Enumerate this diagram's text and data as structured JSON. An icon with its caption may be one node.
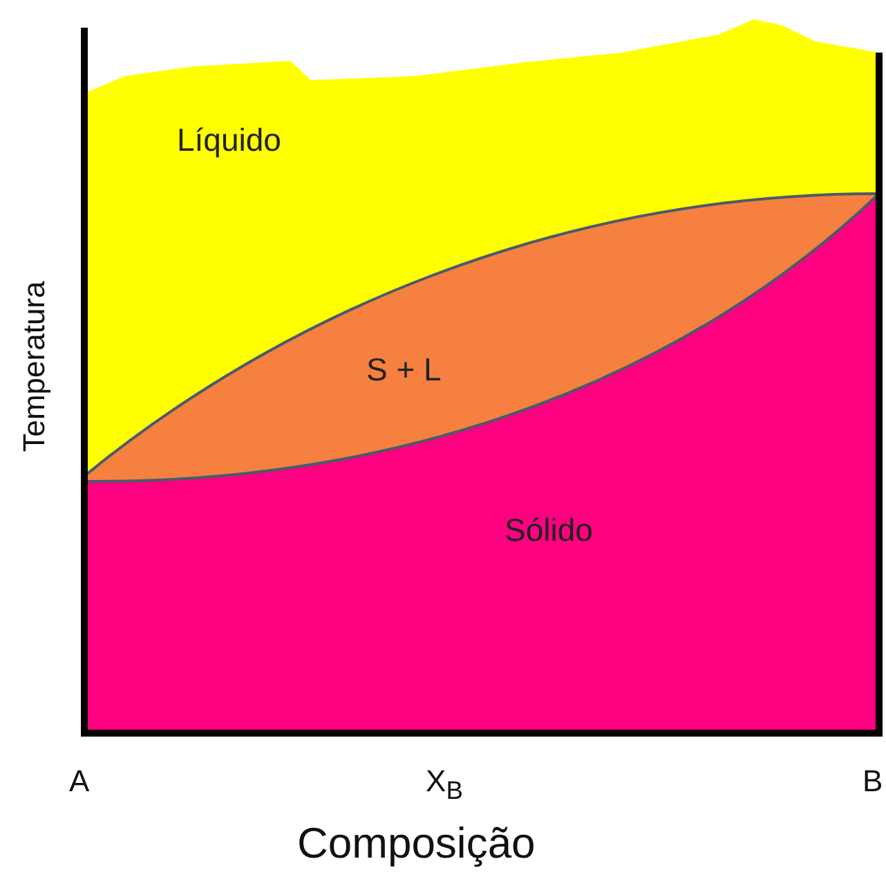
{
  "diagram": {
    "nodes": [
      {
        "text": [
          "Líquido"
        ]
      },
      {
        "text": [
          "S + L"
        ]
      },
      {
        "text": [
          "Sólido"
        ]
      }
    ],
    "labels": [
      "Temperatura",
      "A",
      "X$_{B}$",
      "B",
      "Composição"
    ]
  }
}
